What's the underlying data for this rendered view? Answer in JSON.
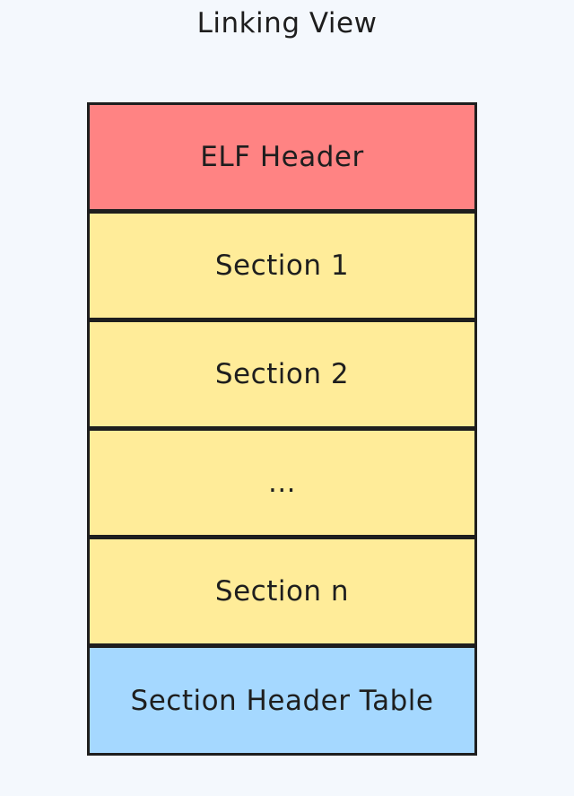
{
  "title": "Linking View",
  "blocks": [
    {
      "label": "ELF Header",
      "color": "#ff8383"
    },
    {
      "label": "Section 1",
      "color": "#ffec99"
    },
    {
      "label": "Section 2",
      "color": "#ffec99"
    },
    {
      "label": "...",
      "color": "#ffec99"
    },
    {
      "label": "Section n",
      "color": "#ffec99"
    },
    {
      "label": "Section Header Table",
      "color": "#a5d8ff"
    }
  ]
}
